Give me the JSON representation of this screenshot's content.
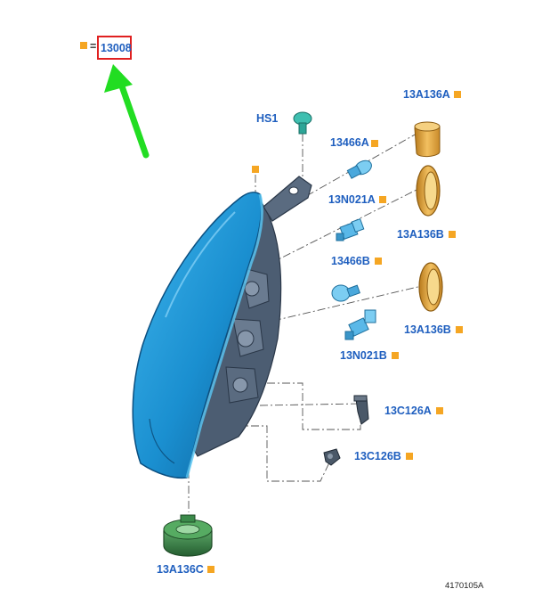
{
  "legend": {
    "equals": "=",
    "part_number": "13008"
  },
  "callouts": {
    "hs1": "HS1",
    "p13466a": "13466A",
    "p13n021a": "13N021A",
    "p13466b": "13466B",
    "p13n021b": "13N021B",
    "p13a136a": "13A136A",
    "p13a136b_upper": "13A136B",
    "p13a136b_lower": "13A136B",
    "p13c126a": "13C126A",
    "p13c126b": "13C126B",
    "p13a136c": "13A136C"
  },
  "figure_id": "4170105A",
  "colors": {
    "callout_text": "#1f5fbf",
    "marker": "#f5a623",
    "highlight_box": "#e02020",
    "arrow": "#22dd22",
    "housing_blue": "#1a8fd0",
    "housing_dark": "#3a4f66",
    "ring_orange": "#e8a63a",
    "cap_green": "#3b8a4a",
    "bulb_blue": "#5ab8e8",
    "clip_gray": "#4a5868"
  }
}
